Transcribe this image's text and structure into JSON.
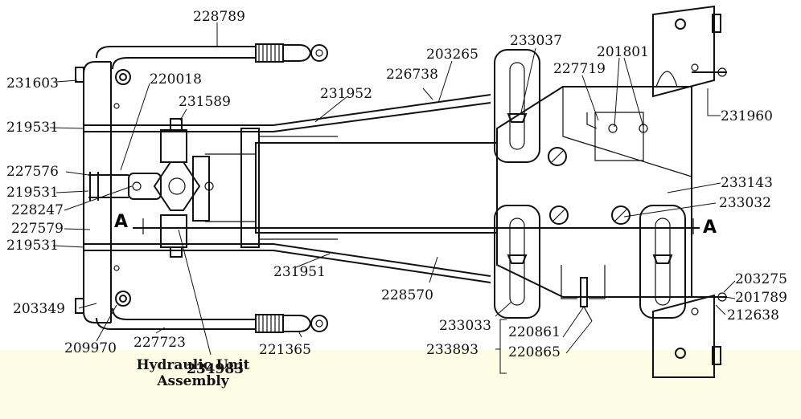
{
  "colors": {
    "background": "#ffffff",
    "band": "#fdfde6",
    "ink": "#111111"
  },
  "caption": {
    "line1": "Hydraulic Unit",
    "line2": "Assembly"
  },
  "section_marks": {
    "left": "A",
    "right": "A"
  },
  "parts": {
    "p228789": "228789",
    "p231603": "231603",
    "p220018": "220018",
    "p231589": "231589",
    "p219531_top": "219531",
    "p227576": "227576",
    "p219531_mid": "219531",
    "p228247": "228247",
    "p227579": "227579",
    "p219531_bot": "219531",
    "p203349": "203349",
    "p209970": "209970",
    "p227723": "227723",
    "p221365": "221365",
    "p234983": "234983",
    "p231952": "231952",
    "p231951": "231951",
    "p226738": "226738",
    "p203265": "203265",
    "p228570": "228570",
    "p233037": "233037",
    "p227719": "227719",
    "p201801": "201801",
    "p231960": "231960",
    "p233143": "233143",
    "p233032": "233032",
    "p233033": "233033",
    "p233893": "233893",
    "p220861": "220861",
    "p220865": "220865",
    "p203275": "203275",
    "p201789": "201789",
    "p212638": "212638"
  }
}
